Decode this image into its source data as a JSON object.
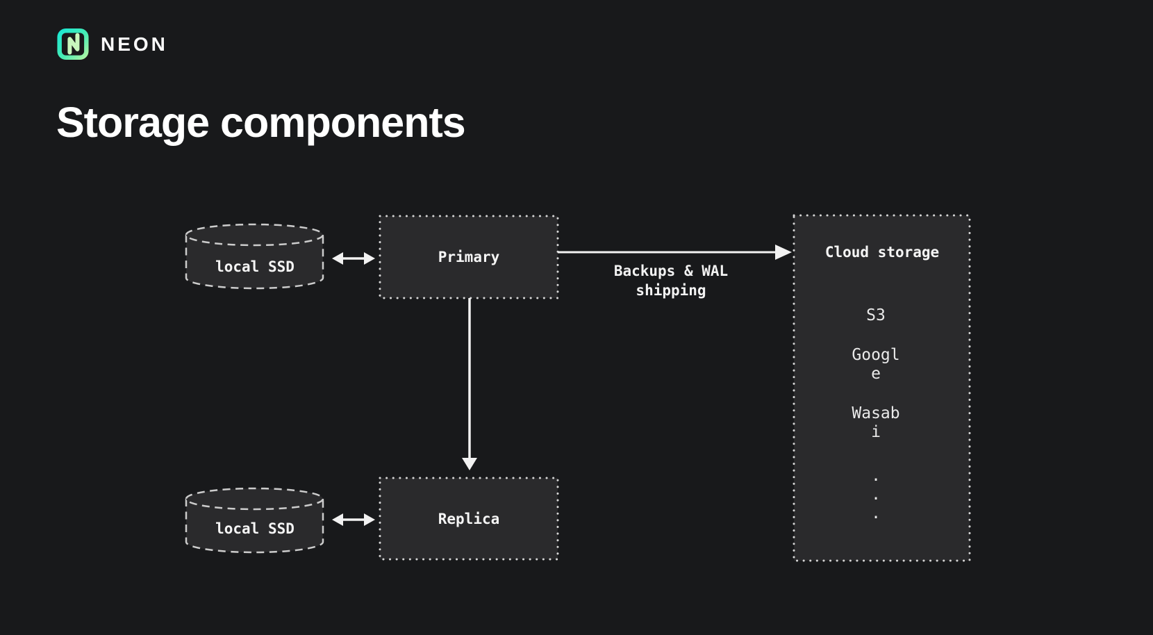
{
  "brand": {
    "wordmark": "NEON"
  },
  "slide": {
    "title": "Storage components"
  },
  "diagram": {
    "local_ssd_top": {
      "label": "local SSD"
    },
    "primary": {
      "label": "Primary"
    },
    "replica": {
      "label": "Replica"
    },
    "local_ssd_bottom": {
      "label": "local SSD"
    },
    "backup_arrow_label": "Backups & WAL shipping",
    "cloud": {
      "title": "Cloud storage",
      "items": [
        "S3",
        "Google",
        "Wasabi"
      ],
      "ellipsis": [
        ".",
        ".",
        "."
      ]
    }
  },
  "colors": {
    "background": "#18191b",
    "panel_fill": "#2a2a2c",
    "dotted_border": "#d6d6d6",
    "dashed_border": "#cccccc",
    "text": "#f5f5f5",
    "brand_teal": "#00e5bf",
    "brand_green": "#aef5a4"
  }
}
